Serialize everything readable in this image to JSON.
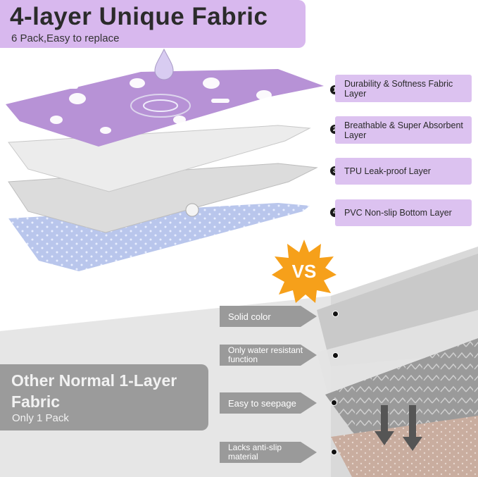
{
  "header": {
    "title": "4-layer Unique Fabric",
    "subtitle": "6 Pack,Easy to replace"
  },
  "layers": [
    {
      "number": "1",
      "label": "Durability & Softness Fabric Layer"
    },
    {
      "number": "2",
      "label": "Breathable & Super Absorbent Layer"
    },
    {
      "number": "3",
      "label": "TPU Leak-proof Layer"
    },
    {
      "number": "4",
      "label": "PVC Non-slip Bottom Layer"
    }
  ],
  "vs": "VS",
  "other": {
    "title": "Other Normal 1-Layer Fabric",
    "subtitle": "Only 1 Pack"
  },
  "drawbacks": [
    {
      "label": "Solid color"
    },
    {
      "label": "Only water resistant function"
    },
    {
      "label": "Easy to seepage"
    },
    {
      "label": "Lacks anti-slip material"
    }
  ],
  "colors": {
    "accent_purple": "#d8b8ee",
    "label_purple": "#dcc2f0",
    "vs_orange": "#f6a01a",
    "gray_box": "#9b9b9b",
    "arrow_gray": "#9a9a9a"
  }
}
